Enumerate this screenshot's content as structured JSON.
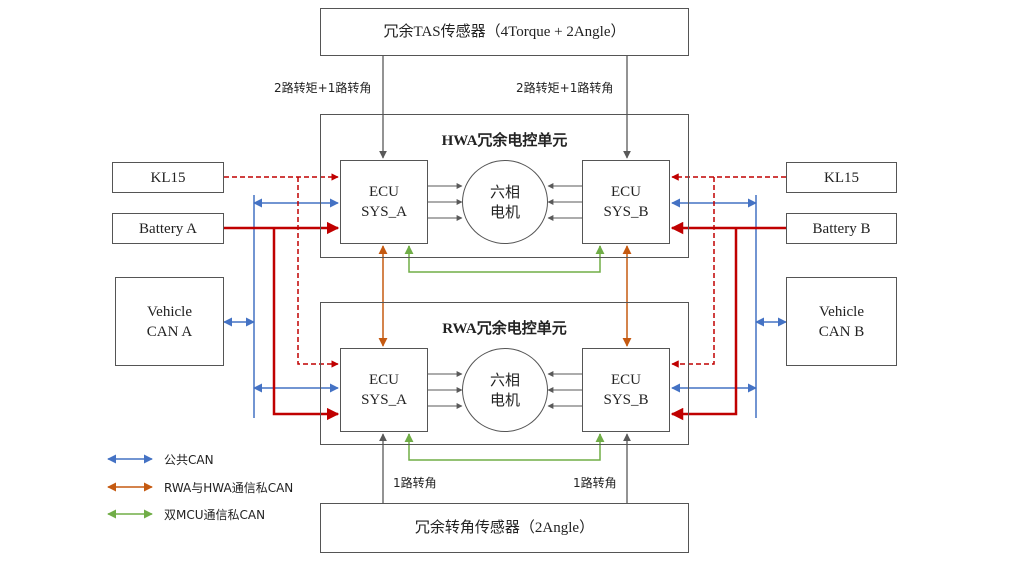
{
  "tas_sensor": "冗余TAS传感器（4Torque + 2Angle）",
  "angle_sensor": "冗余转角传感器（2Angle）",
  "hwa_unit": {
    "title": "HWA冗余电控单元"
  },
  "rwa_unit": {
    "title": "RWA冗余电控单元"
  },
  "ecu_a": {
    "line1": "ECU",
    "line2": "SYS_A"
  },
  "ecu_b": {
    "line1": "ECU",
    "line2": "SYS_B"
  },
  "motor": {
    "line1": "六相",
    "line2": "电机"
  },
  "kl15_left": "KL15",
  "kl15_right": "KL15",
  "battery_a": "Battery A",
  "battery_b": "Battery B",
  "vehicle_can_a": {
    "line1": "Vehicle",
    "line2": "CAN A"
  },
  "vehicle_can_b": {
    "line1": "Vehicle",
    "line2": "CAN B"
  },
  "tas_signal_label": "2路转矩+1路转角",
  "angle_signal_label": "1路转角",
  "legend": [
    {
      "label": "公共CAN",
      "color": "#4472C4"
    },
    {
      "label": "RWA与HWA通信私CAN",
      "color": "#C55A11"
    },
    {
      "label": "双MCU通信私CAN",
      "color": "#70AD47"
    }
  ],
  "colors": {
    "public_can": "#4472C4",
    "rwa_hwa_can": "#C55A11",
    "mcu_can": "#70AD47",
    "power": "#C00000",
    "signal": "#595959"
  }
}
